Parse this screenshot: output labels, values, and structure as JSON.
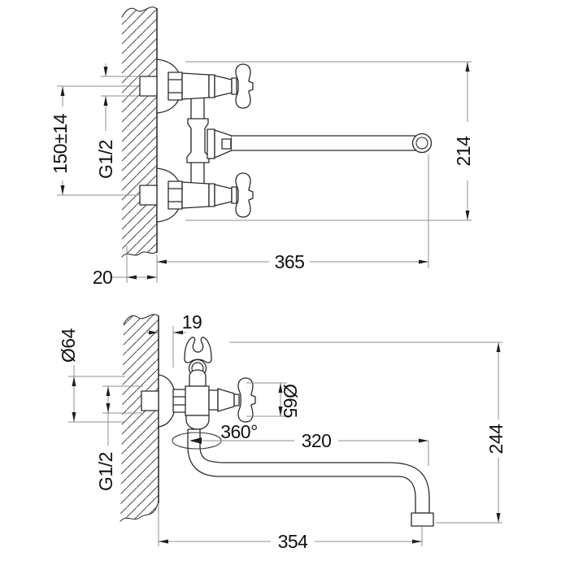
{
  "colors": {
    "background": "#ffffff",
    "part_line": "#2a2a2a",
    "dimension_line": "#8f8f8f",
    "text": "#111111"
  },
  "figures": {
    "top": {
      "description": "wall-mounted two-handle faucet, front view with straight spout",
      "dims": {
        "inlet_spacing": "150±14",
        "inlet_thread": "G1/2",
        "wall_thickness": "20",
        "spout_reach": "365",
        "overall_height": "214"
      }
    },
    "bottom": {
      "description": "wall-mounted faucet with shower holder, side view with swivel S-spout",
      "dims": {
        "holder_offset": "19",
        "flange_diameter": "Ø64",
        "handle_diameter": "Ø65",
        "swivel_angle": "360°",
        "spout_reach": "320",
        "inlet_thread": "G1/2",
        "overall_height": "244",
        "overall_reach": "354"
      }
    }
  }
}
